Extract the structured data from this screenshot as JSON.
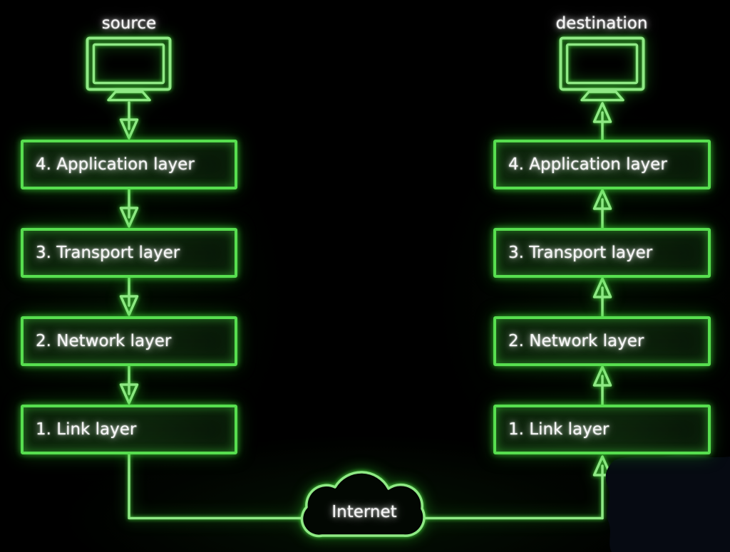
{
  "diagram": {
    "source": {
      "title": "source",
      "layers": [
        "4. Application layer",
        "3. Transport layer",
        "2. Network layer",
        "1. Link layer"
      ]
    },
    "destination": {
      "title": "destination",
      "layers": [
        "4. Application layer",
        "3. Transport layer",
        "2. Network layer",
        "1. Link layer"
      ]
    },
    "internet_label": "Internet"
  },
  "icons": [
    "monitor-icon",
    "arrow-down-icon",
    "arrow-up-icon",
    "cloud-icon",
    "ink-blob"
  ],
  "colors": {
    "neon_green_border": "#57de4f",
    "neon_line_core": "#8fe985",
    "text": "#f6f6f6",
    "background": "#000000",
    "blob": "#060a12"
  }
}
